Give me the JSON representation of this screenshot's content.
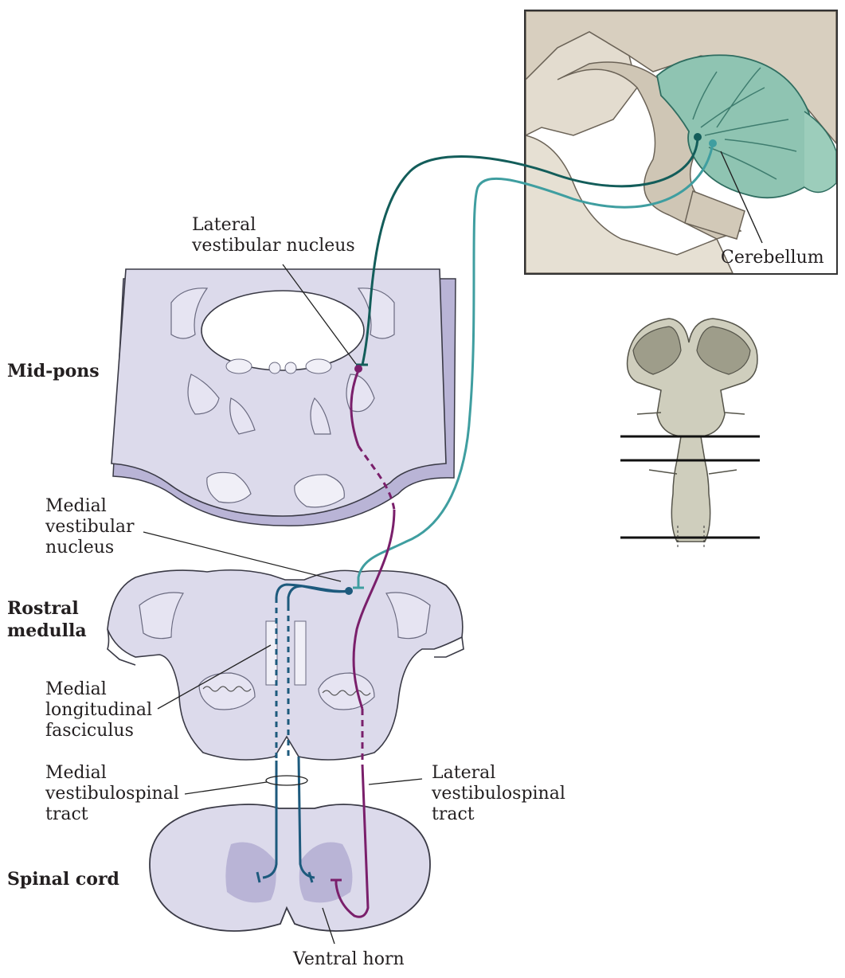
{
  "levels": {
    "midpons": "Mid-pons",
    "rostral": "Rostral\nmedulla",
    "spinal": "Spinal cord"
  },
  "labels": {
    "lateral_vestibular_nucleus": "Lateral\nvestibular nucleus",
    "medial_vestibular_nucleus": "Medial\nvestibular\nnucleus",
    "mlf": "Medial\nlongitudinal\nfasciculus",
    "medial_vestibulospinal_tract": "Medial\nvestibulospinal\ntract",
    "lateral_vestibulospinal_tract": "Lateral\nvestibulospinal\ntract",
    "ventral_horn": "Ventral horn",
    "cerebellum": "Cerebellum"
  },
  "colors": {
    "tissue": "#dcdaeb",
    "tissue_dark": "#b9b4d6",
    "outline": "#3a3a46",
    "lateral_tract": "#7a1f6b",
    "medial_tract": "#1d5a7d",
    "cerebellar_dark": "#135d5a",
    "cerebellar_light": "#3f9ea0",
    "cerebellum_fill": "#8fc4b2",
    "brain_fill": "#d9d2c3"
  }
}
